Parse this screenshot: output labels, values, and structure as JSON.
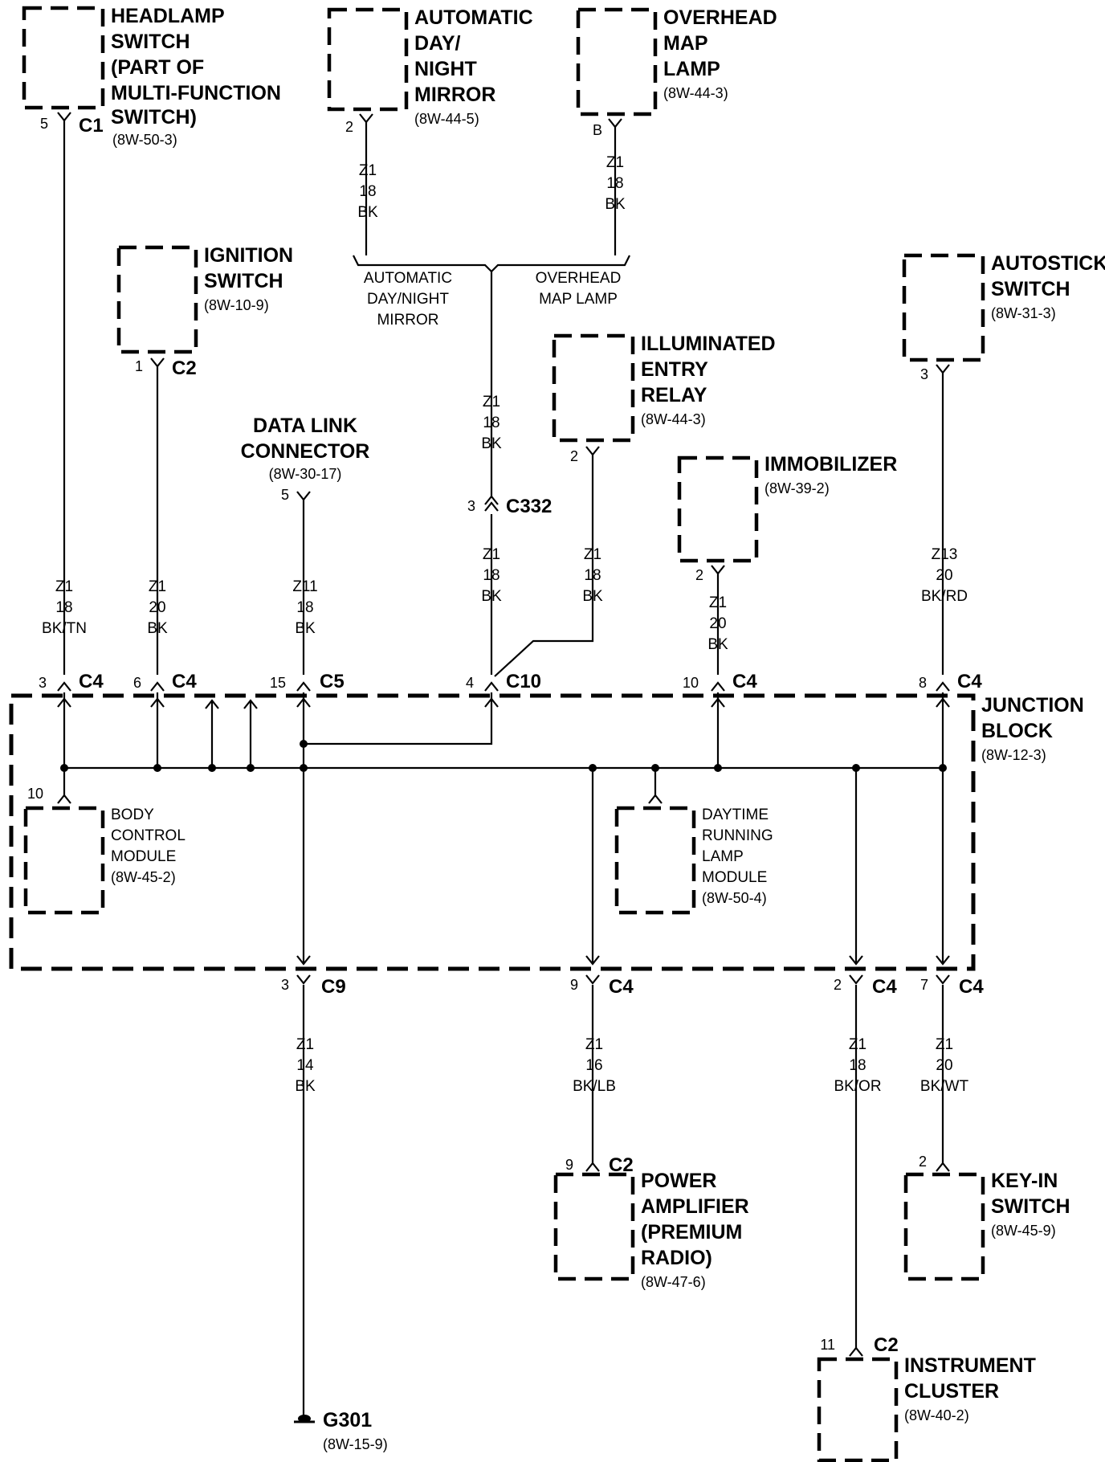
{
  "components": {
    "headlamp_switch": {
      "l1": "HEADLAMP",
      "l2": "SWITCH",
      "l3": "(PART OF",
      "l4": "MULTI-FUNCTION",
      "l5": "SWITCH)",
      "ref": "(8W-50-3)"
    },
    "auto_mirror": {
      "l1": "AUTOMATIC",
      "l2": "DAY/",
      "l3": "NIGHT",
      "l4": "MIRROR",
      "ref": "(8W-44-5)"
    },
    "overhead_map": {
      "l1": "OVERHEAD",
      "l2": "MAP",
      "l3": "LAMP",
      "ref": "(8W-44-3)"
    },
    "ignition_switch": {
      "l1": "IGNITION",
      "l2": "SWITCH",
      "ref": "(8W-10-9)"
    },
    "autostick_switch": {
      "l1": "AUTOSTICK",
      "l2": "SWITCH",
      "ref": "(8W-31-3)"
    },
    "illum_relay": {
      "l1": "ILLUMINATED",
      "l2": "ENTRY",
      "l3": "RELAY",
      "ref": "(8W-44-3)"
    },
    "data_link": {
      "l1": "DATA LINK",
      "l2": "CONNECTOR",
      "ref": "(8W-30-17)"
    },
    "immobilizer": {
      "l1": "IMMOBILIZER",
      "ref": "(8W-39-2)"
    },
    "junction_block": {
      "l1": "JUNCTION",
      "l2": "BLOCK",
      "ref": "(8W-12-3)"
    },
    "bcm": {
      "l1": "BODY",
      "l2": "CONTROL",
      "l3": "MODULE",
      "ref": "(8W-45-2)"
    },
    "drl": {
      "l1": "DAYTIME",
      "l2": "RUNNING",
      "l3": "LAMP",
      "l4": "MODULE",
      "ref": "(8W-50-4)"
    },
    "power_amp": {
      "l1": "POWER",
      "l2": "AMPLIFIER",
      "l3": "(PREMIUM",
      "l4": "RADIO)",
      "ref": "(8W-47-6)"
    },
    "keyin_switch": {
      "l1": "KEY-IN",
      "l2": "SWITCH",
      "ref": "(8W-45-9)"
    },
    "instrument_cluster": {
      "l1": "INSTRUMENT",
      "l2": "CLUSTER",
      "ref": "(8W-40-2)"
    },
    "ground": {
      "l1": "G301",
      "ref": "(8W-15-9)"
    }
  },
  "splice_labels": {
    "mirror": {
      "l1": "AUTOMATIC",
      "l2": "DAY/NIGHT",
      "l3": "MIRROR"
    },
    "map": {
      "l1": "OVERHEAD",
      "l2": "MAP LAMP"
    }
  },
  "wires": {
    "headlamp": {
      "circuit": "Z1",
      "gauge": "18",
      "color": "BK/TN"
    },
    "ignition": {
      "circuit": "Z1",
      "gauge": "20",
      "color": "BK"
    },
    "dlc": {
      "circuit": "Z11",
      "gauge": "18",
      "color": "BK"
    },
    "mirror": {
      "circuit": "Z1",
      "gauge": "18",
      "color": "BK"
    },
    "map": {
      "circuit": "Z1",
      "gauge": "18",
      "color": "BK"
    },
    "c332_top": {
      "circuit": "Z1",
      "gauge": "18",
      "color": "BK"
    },
    "c332_bottom": {
      "circuit": "Z1",
      "gauge": "18",
      "color": "BK"
    },
    "relay": {
      "circuit": "Z1",
      "gauge": "18",
      "color": "BK"
    },
    "immobilizer": {
      "circuit": "Z1",
      "gauge": "20",
      "color": "BK"
    },
    "autostick": {
      "circuit": "Z13",
      "gauge": "20",
      "color": "BK/RD"
    },
    "ground": {
      "circuit": "Z1",
      "gauge": "14",
      "color": "BK"
    },
    "amp": {
      "circuit": "Z1",
      "gauge": "16",
      "color": "BK/LB"
    },
    "cluster": {
      "circuit": "Z1",
      "gauge": "18",
      "color": "BK/OR"
    },
    "keyin": {
      "circuit": "Z1",
      "gauge": "20",
      "color": "BK/WT"
    }
  },
  "connectors": {
    "headlamp": {
      "pin": "5",
      "name": "C1"
    },
    "mirror": {
      "pin": "2"
    },
    "map": {
      "pin": "B"
    },
    "ignition": {
      "pin": "1",
      "name": "C2"
    },
    "autostick": {
      "pin": "3"
    },
    "relay": {
      "pin": "2"
    },
    "dlc": {
      "pin": "5"
    },
    "immobilizer": {
      "pin": "2"
    },
    "c332": {
      "pin": "3",
      "name": "C332"
    },
    "jb_top_1": {
      "pin": "3",
      "name": "C4"
    },
    "jb_top_2": {
      "pin": "6",
      "name": "C4"
    },
    "jb_top_3": {
      "pin": "15",
      "name": "C5"
    },
    "jb_top_4": {
      "pin": "4",
      "name": "C10"
    },
    "jb_top_5": {
      "pin": "10",
      "name": "C4"
    },
    "jb_top_6": {
      "pin": "8",
      "name": "C4"
    },
    "bcm": {
      "pin": "10"
    },
    "jb_bot_1": {
      "pin": "3",
      "name": "C9"
    },
    "jb_bot_2": {
      "pin": "9",
      "name": "C4"
    },
    "jb_bot_3": {
      "pin": "2",
      "name": "C4"
    },
    "jb_bot_4": {
      "pin": "7",
      "name": "C4"
    },
    "amp": {
      "pin": "9",
      "name": "C2"
    },
    "keyin": {
      "pin": "2"
    },
    "cluster": {
      "pin": "11",
      "name": "C2"
    }
  }
}
